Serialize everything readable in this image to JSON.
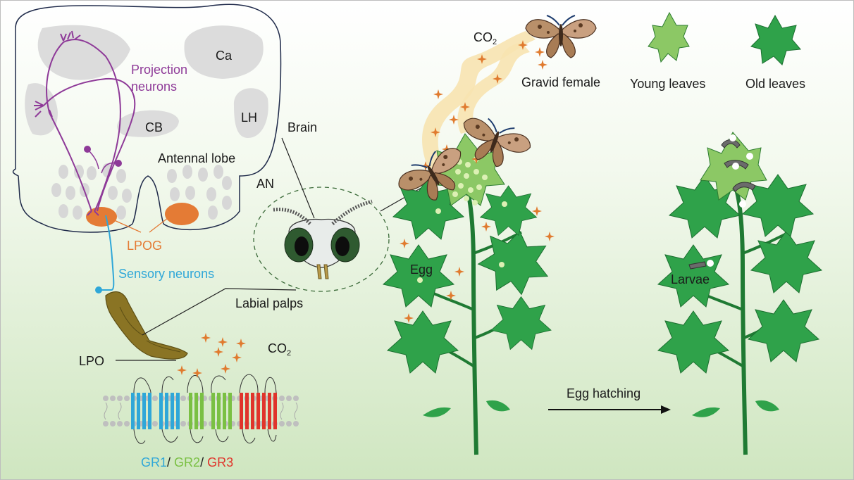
{
  "labels": {
    "projection_neurons_line1": "Projection",
    "projection_neurons_line2": "neurons",
    "ca": "Ca",
    "cb": "CB",
    "lh": "LH",
    "antennal_lobe": "Antennal lobe",
    "an": "AN",
    "lpog": "LPOG",
    "sensory_neurons": "Sensory neurons",
    "brain": "Brain",
    "labial_palps": "Labial palps",
    "lpo": "LPO",
    "co2_main": "CO",
    "co2_main_sub": "2",
    "co2_top": "CO",
    "co2_top_sub": "2",
    "gr1": "GR1",
    "gr2": "GR2",
    "gr3": "GR3",
    "slash": "/",
    "gravid_female": "Gravid female",
    "young_leaves": "Young leaves",
    "old_leaves": "Old leaves",
    "egg": "Egg",
    "larvae": "Larvae",
    "egg_hatching": "Egg hatching"
  },
  "colors": {
    "projection": "#8e3a98",
    "lpog": "#e47b35",
    "sensory": "#2fa7d8",
    "gr1": "#2fa7d8",
    "gr2": "#7ac043",
    "gr3": "#e0342b",
    "leaf": "#2fa24a",
    "young_leaf": "#8cc865",
    "stem": "#1f7a33",
    "co2_star": "#e07a2e",
    "plume": "#f7e3b0"
  }
}
